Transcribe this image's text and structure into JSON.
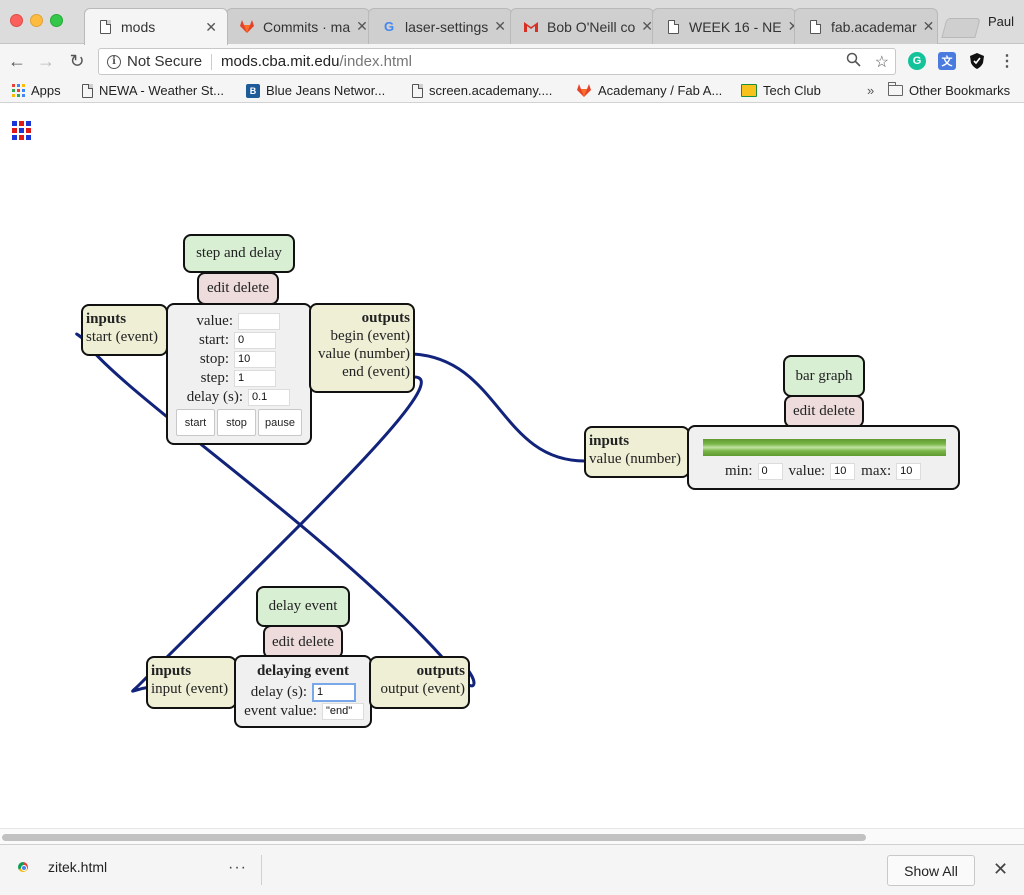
{
  "window": {
    "profile_name": "Paul",
    "tabs": [
      {
        "label": "mods",
        "icon": "document-icon",
        "active": true
      },
      {
        "label": "Commits · ma",
        "icon": "gitlab-icon"
      },
      {
        "label": "laser-settings",
        "icon": "google-icon"
      },
      {
        "label": "Bob O'Neill co",
        "icon": "gmail-icon"
      },
      {
        "label": "WEEK 16 - NE",
        "icon": "document-icon"
      },
      {
        "label": "fab.academar",
        "icon": "document-icon"
      }
    ]
  },
  "toolbar": {
    "security_label": "Not Secure",
    "url_host": "mods.cba.mit.edu",
    "url_path": "/index.html"
  },
  "bookmarks": {
    "items": [
      {
        "label": "Apps",
        "icon": "apps-grid-icon"
      },
      {
        "label": "NEWA - Weather St...",
        "icon": "document-icon"
      },
      {
        "label": "Blue Jeans Networ...",
        "icon": "bluejeans-icon"
      },
      {
        "label": "screen.academany....",
        "icon": "document-icon"
      },
      {
        "label": "Academany / Fab A...",
        "icon": "gitlab-icon"
      },
      {
        "label": "Tech Club",
        "icon": "classroom-icon"
      }
    ],
    "overflow_label": "»",
    "other_label": "Other Bookmarks"
  },
  "modules": {
    "step_delay": {
      "title": "step and delay",
      "edit_label": "edit",
      "delete_label": "delete",
      "inputs_heading": "inputs",
      "inputs": [
        "start (event)"
      ],
      "outputs_heading": "outputs",
      "outputs": [
        "begin (event)",
        "value (number)",
        "end (event)"
      ],
      "fields": {
        "value": {
          "label": "value:",
          "value": ""
        },
        "start": {
          "label": "start:",
          "value": "0"
        },
        "stop": {
          "label": "stop:",
          "value": "10"
        },
        "step": {
          "label": "step:",
          "value": "1"
        },
        "delay": {
          "label": "delay (s):",
          "value": "0.1"
        }
      },
      "buttons": {
        "start": "start",
        "stop": "stop",
        "pause": "pause"
      }
    },
    "bar_graph": {
      "title": "bar graph",
      "edit_label": "edit",
      "delete_label": "delete",
      "inputs_heading": "inputs",
      "inputs": [
        "value (number)"
      ],
      "bar_fill_fraction": 1.0,
      "bar_color": "#7ab648",
      "fields": {
        "min": {
          "label": "min:",
          "value": "0"
        },
        "value": {
          "label": "value:",
          "value": "10"
        },
        "max": {
          "label": "max:",
          "value": "10"
        }
      }
    },
    "delay_event": {
      "title": "delay event",
      "edit_label": "edit",
      "delete_label": "delete",
      "inputs_heading": "inputs",
      "inputs": [
        "input (event)"
      ],
      "heading": "delaying event",
      "outputs_heading": "outputs",
      "outputs": [
        "output (event)"
      ],
      "fields": {
        "delay": {
          "label": "delay (s):",
          "value": "1"
        },
        "event_value": {
          "label": "event value:",
          "value": "\"end\""
        }
      }
    }
  },
  "downloads": {
    "file_name": "zitek.html",
    "more_label": "···",
    "show_all_label": "Show All",
    "close_label": "✕"
  },
  "colors": {
    "wire": "#11237a",
    "module_title_bg": "#d8efd4",
    "module_edit_bg": "#eedcdc",
    "io_bg": "#efefd6",
    "module_body_bg": "#f0f0f0"
  }
}
